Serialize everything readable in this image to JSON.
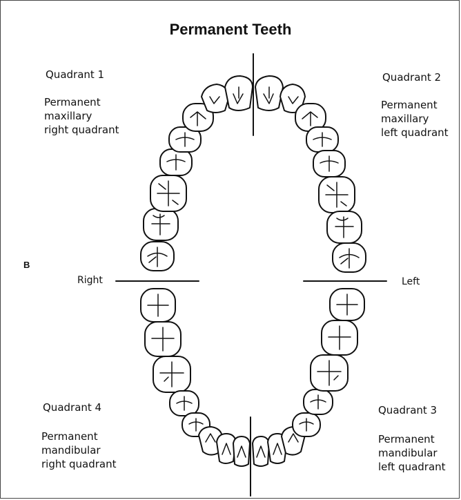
{
  "title": "Permanent Teeth",
  "panel_letter": "B",
  "sides": {
    "right": "Right",
    "left": "Left"
  },
  "quadrants": {
    "q1": {
      "label": "Quadrant 1",
      "description": "Permanent\nmaxillary\nright quadrant"
    },
    "q2": {
      "label": "Quadrant 2",
      "description": "Permanent\nmaxillary\nleft quadrant"
    },
    "q3": {
      "label": "Quadrant 3",
      "description": "Permanent\nmandibular\nleft quadrant"
    },
    "q4": {
      "label": "Quadrant 4",
      "description": "Permanent\nmandibular\nright quadrant"
    }
  }
}
